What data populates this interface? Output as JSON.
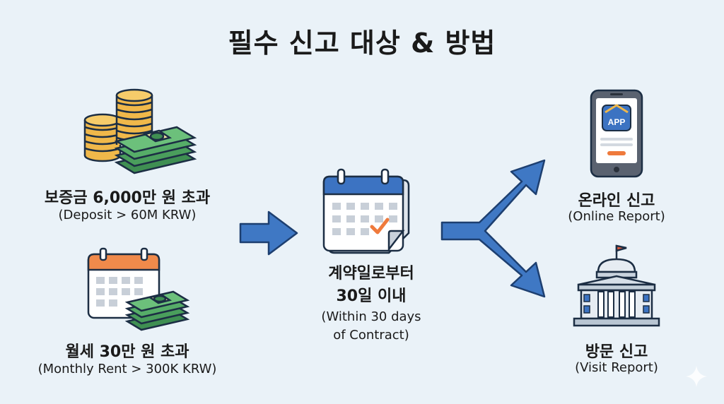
{
  "title": "필수 신고 대상 & 방법",
  "conditions": [
    {
      "label": "보증금 6,000만 원 초과",
      "sub": "(Deposit > 60M KRW)",
      "icon": "coins-money-icon"
    },
    {
      "label": "월세 30만 원 초과",
      "sub": "(Monthly Rent > 300K KRW)",
      "icon": "calendar-money-icon"
    }
  ],
  "deadline": {
    "line1": "계약일로부터",
    "line2": "30일 이내",
    "sub1": "(Within 30 days",
    "sub2": "of Contract)",
    "icon": "calendar-check-icon"
  },
  "methods": [
    {
      "label": "온라인 신고",
      "sub": "(Online Report)",
      "icon": "phone-app-icon",
      "app_text": "APP"
    },
    {
      "label": "방문 신고",
      "sub": "(Visit Report)",
      "icon": "government-building-icon"
    }
  ],
  "colors": {
    "background": "#eaf2f8",
    "arrow": "#3f78c4",
    "arrow_outline": "#1d3f70",
    "calendar_header": "#3c73c2",
    "calendar_header_alt": "#f08a4b",
    "check": "#ef7a3c",
    "money": "#4a9e5c",
    "coin": "#f0b84a"
  }
}
